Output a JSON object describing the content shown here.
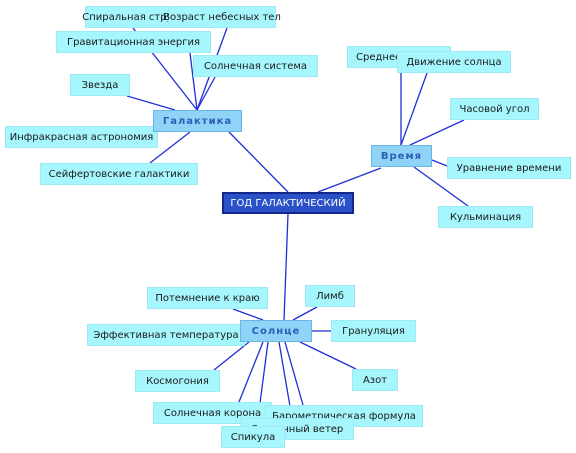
{
  "colors": {
    "edge": "#1f2fd6",
    "leaf_fill": "#a6f6fd",
    "hub_fill": "#8fd3f7",
    "hub_text": "#2d5db8",
    "root_fill": "#2a51c7",
    "root_text": "#ffffff"
  },
  "root": {
    "label": "ГОД ГАЛАКТИЧЕСКИЙ"
  },
  "hubs": {
    "galaxy": {
      "label": "Галактика"
    },
    "time": {
      "label": "Время"
    },
    "sun": {
      "label": "Солнце"
    }
  },
  "galaxy_leaves": [
    "Спиральная структура галактики",
    "Возраст небесных тел",
    "Гравитационная энергия",
    "Солнечная система",
    "Звезда",
    "Инфракрасная астрономия",
    "Сейфертовские галактики"
  ],
  "time_leaves": [
    "Среднее солнце",
    "Движение солнца",
    "Часовой угол",
    "Уравнение времени",
    "Кульминация"
  ],
  "sun_leaves": [
    "Потемнение к краю",
    "Лимб",
    "Эффективная температура",
    "Грануляция",
    "Космогония",
    "Азот",
    "Солнечная корона",
    "Барометрическая формула",
    "Солнечный ветер",
    "Спикула"
  ]
}
